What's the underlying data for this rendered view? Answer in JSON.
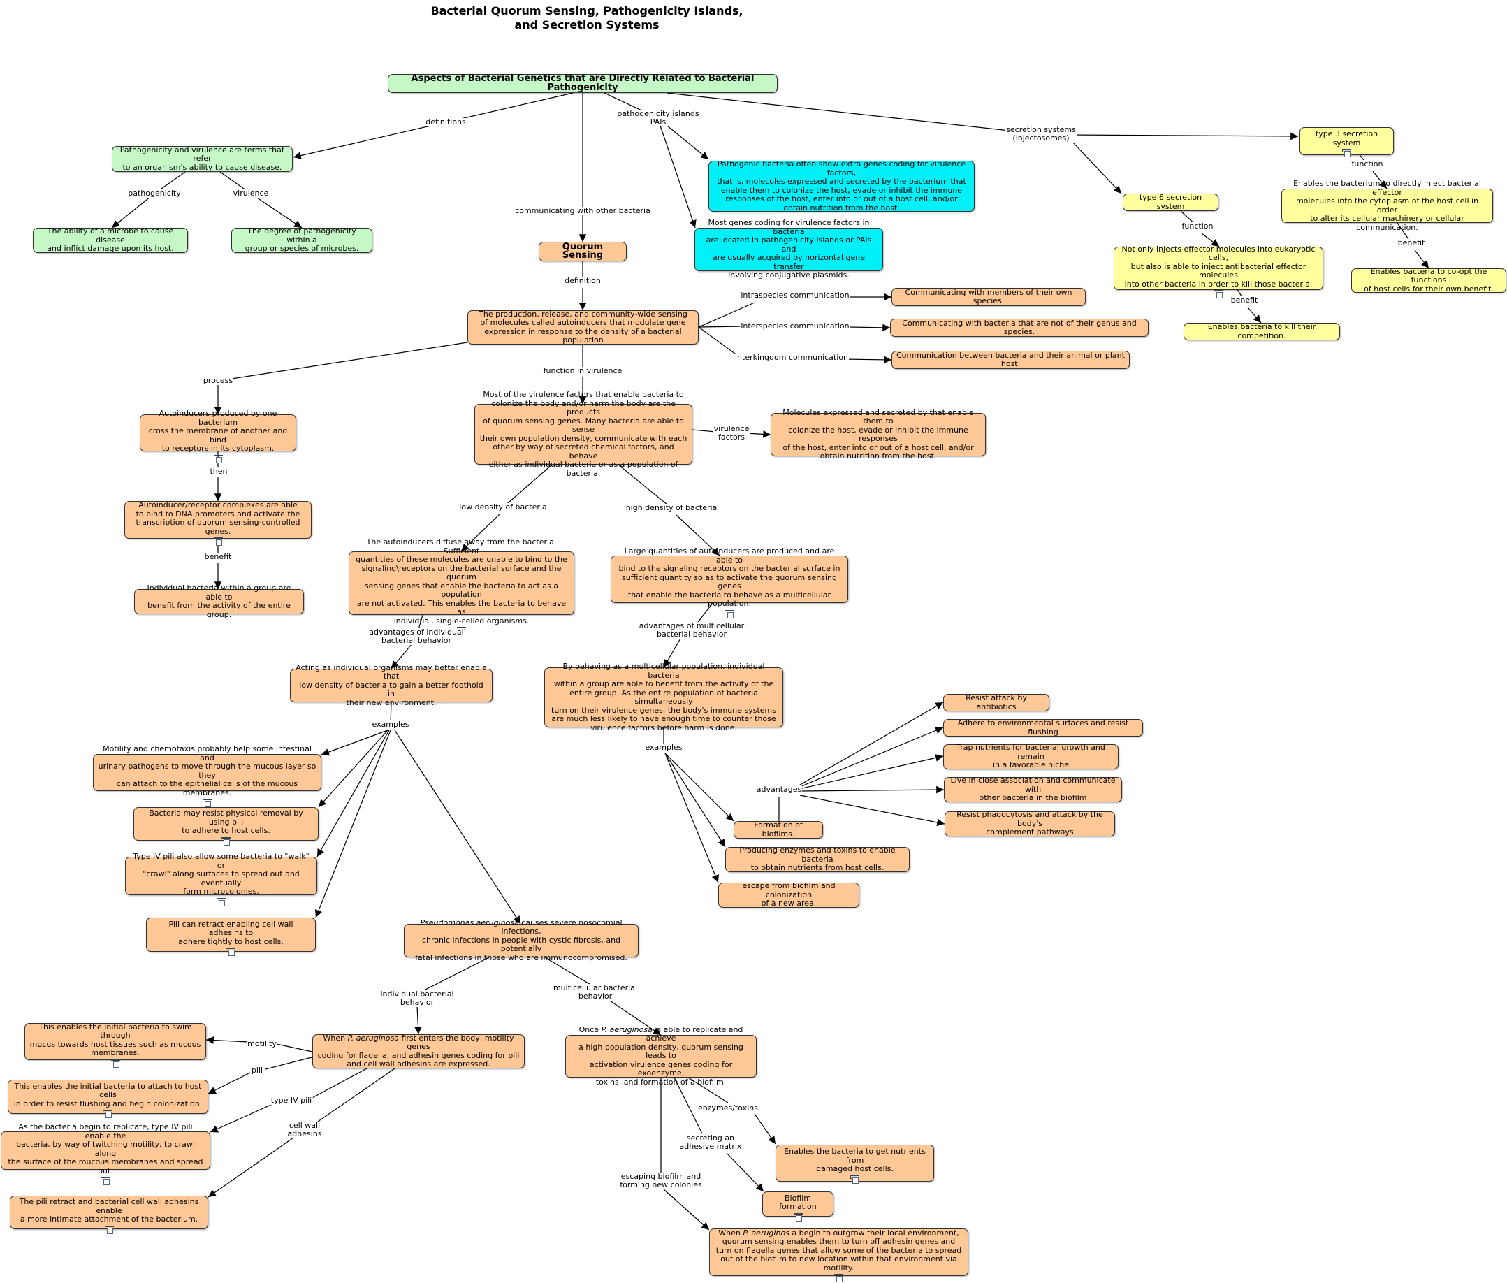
{
  "title": "Bacterial Quorum Sensing, Pathogenicity Islands,\nand Secretion Systems",
  "colors": {
    "green": "#c6f7c6",
    "orange": "#ffc896",
    "cyan": "#00f0f8",
    "yellow": "#ffff9e",
    "line": "#000000"
  },
  "nodes": {
    "root": "Aspects of Bacterial Genetics that are Directly Related to Bacterial Pathogenicity",
    "defs": "Pathogenicity and virulence are terms that refer\nto an organism's ability to cause disease.",
    "path_def": "The ability of a microbe to cause disease\nand inflict damage upon its host.",
    "vir_def": "The degree of pathogenicity within a\ngroup or species of microbes.",
    "pai1": "Pathogenic bacteria often show extra genes coding for virulence factors,\nthat is, molecules expressed and secreted by the bacterium that\nenable them to colonize the host, evade or inhibit the immune\nresponses of the host, enter into or out of a host cell, and/or\nobtain nutrition from the host.",
    "pai2": "Most genes coding for virulence factors in bacteria\nare located in pathogenicity islands or PAIs  and\nare usually acquired by horizontal gene transfer\ninvolving conjugative plasmids.",
    "t3ss": "type 3 secretion system",
    "t3ss_fn": "Enables the bacterium to directly inject bacterial effector\nmolecules into the cytoplasm of the host cell in order\nto alter its cellular machinery or cellular communication.",
    "t3ss_ben": "Enables bacteria to co-opt the functions\nof host cells for their own benefit.",
    "t6ss": "type 6 secretion system",
    "t6ss_fn": "Not only injects effector molecules into eukaryotic cells,\nbut also is able to inject antibacterial effector molecules\ninto other bacteria in order to kill those bacteria.",
    "t6ss_ben": "Enables bacteria to kill their competition.",
    "qs": "Quorum Sensing",
    "qs_def": "The production, release, and community-wide sensing\nof molecules called autoinducers that modulate gene\nexpression in response to the density of a bacterial population",
    "intra": "Communicating with members of their own species.",
    "inter": "Communicating with bacteria that are not of their genus and species.",
    "interk": "Communication between bacteria and their animal or plant host.",
    "proc1": "Autoinducers produced by one bacterium\ncross the membrane of another and bind\nto receptors in its cytoplasm.",
    "proc2": "Autoinducer/receptor complexes are able\nto bind to DNA promoters and activate the\ntranscription of quorum sensing-controlled genes.",
    "proc3": "Individual bacteria within a group are able to\nbenefit from the activity of the entire group.",
    "virul": "Most of the virulence factors that enable bacteria to\ncolonize the body and/or harm the body are the products\nof quorum sensing genes. Many bacteria are able to sense\ntheir own population density, communicate with each\nother by way of secreted chemical factors, and behave\neither as individual bacteria or as a population of bacteria.",
    "vfac": "Molecules expressed and secreted by that enable them to\ncolonize the host, evade or inhibit the immune responses\nof the host, enter into or out of a host cell, and/or\nobtain nutrition from the host.",
    "low": "The autoinducers diffuse away from the bacteria. Sufficient\nquantities of these molecules are unable to bind to the\nsignaling\\receptors on the bacterial surface and the quorum\nsensing genes that enable the bacteria to act as a population\nare not activated. This enables the bacteria to behave as\nindividual, single-celled organisms.",
    "high": "Large quantities of autoinducers are produced and are able to\nbind to the signaling receptors on the bacterial surface in\nsufficient quantity so as to activate the quorum sensing genes\nthat enable the bacteria to behave as a multicellular population.",
    "indiv": "Acting as individual organisms may better enable that\nlow density of bacteria to gain a better foothold in\ntheir new environment.",
    "multi": "By behaving as a multicellular population, individual bacteria\nwithin a group are able to benefit from the activity of the\nentire group. As the entire population of bacteria simultaneously\nturn on their virulence genes, the body's immune systems\nare much less likely to have enough time to counter those\nvirulence factors before harm is done.",
    "ex1": "Motility and chemotaxis probably help some intestinal and\nurinary pathogens to move through the mucous layer so they\ncan attach to the epithelial cells of the mucous membranes.",
    "ex2": "Bacteria may resist physical removal by using pili\nto adhere to host cells.",
    "ex3": "Type IV pili also allow some bacteria to \"walk\" or\n\"crawl\" along surfaces to spread out and eventually\nform microcolonies.",
    "ex4": "Pili can retract enabling cell wall adhesins to\nadhere tightly to host cells.",
    "pseud_italic": "Pseudomonas aeruginosa",
    "pseud_rest": "  causes severe nosocomial infections,\nchronic infections in people with cystic fibrosis, and potentially\nfatal infections in those who are immunocompromised.",
    "biof": "Formation of biofilms.",
    "enz": "Producing enzymes and toxins to enable bacteria\nto obtain nutrients from host cells.",
    "esc": "escape from biofilm and colonization\nof a new area.",
    "adv1": "Resist attack by antibiotics",
    "adv2": "Adhere to environmental surfaces and resist flushing",
    "adv3": "Trap nutrients for bacterial growth and remain\nin a favorable niche",
    "adv4": "Live in close association and communicate with\nother bacteria in the biofilm",
    "adv5": "Resist phagocytosis and attack by the body's\ncomplement pathways",
    "pa_ind_pre": "When ",
    "pa_ind_it": "P. aeruginosa",
    "pa_ind_post": "  first enters the body, motility genes\ncoding for flagella, and adhesin genes coding for pili\nand cell wall adhesins are expressed.",
    "pa_mul_pre": "Once ",
    "pa_mul_it": "P. aeruginosa",
    "pa_mul_post": "  is able to replicate and achieve\na high population density, quorum sensing leads to\nactivation virulence genes coding for exoenzyme,\ntoxins, and formation of a biofilm.",
    "mot": "This enables the initial bacteria to swim through\nmucus towards host tissues such as mucous\nmembranes.",
    "pili": "This enables the initial bacteria to  attach to host cells\nin order to resist flushing and begin colonization.",
    "t4p": "As the bacteria begin to replicate, type IV pili enable the\nbacteria, by way of twitching motility, to crawl along\nthe surface of the mucous membranes and spread out.",
    "cwa": "The pili retract and bacterial cell wall adhesins enable\na more intimate attachment of the bacterium.",
    "nut": "Enables the bacteria to get nutrients from\ndamaged host cells.",
    "bform": "Biofilm formation",
    "out_pre": "When ",
    "out_it": "P. aeruginos",
    "out_post": " a begin to outgrow their local environment,\nquorum sensing enables them to turn off adhesin genes and\nturn on flagella genes that allow some of the bacteria to spread\nout of the biofilm to new location within that environment via motility."
  },
  "links": {
    "definitions": "definitions",
    "pathogenicity": "pathogenicity",
    "virulence": "virulence",
    "comm": "communicating with other bacteria",
    "pai": "pathogenicity islands\nPAIs",
    "secretion": "secretion systems\n(injectosomes)",
    "function1": "function",
    "benefit1": "benefit",
    "function2": "function",
    "benefit2": "benefit",
    "definition": "definition",
    "intra": "intraspecies communication",
    "inter": "interspecies communication",
    "interk": "interkingdom communication",
    "process": "process",
    "then": "then",
    "benefit3": "benefit",
    "fiv": "function in virulence",
    "vfactors": "virulence\nfactors",
    "lowd": "low density of bacteria",
    "highd": "high density of bacteria",
    "advind": "advantages of individual\nbacterial behavior",
    "advmul": "advantages of multicellular\nbacterial behavior",
    "examples1": "examples",
    "examples2": "examples",
    "advantages": "advantages",
    "indbeh": "individual bacterial\nbehavior",
    "mulbeh": "multicellular bacterial\nbehavior",
    "motility": "motility",
    "pili": "pili",
    "t4p": "type IV pili",
    "cwa": "cell wall\nadhesins",
    "enz": "enzymes/toxins",
    "secm": "secreting an\nadhesive matrix",
    "escb": "escaping biofilm and\nforming new colonies"
  }
}
